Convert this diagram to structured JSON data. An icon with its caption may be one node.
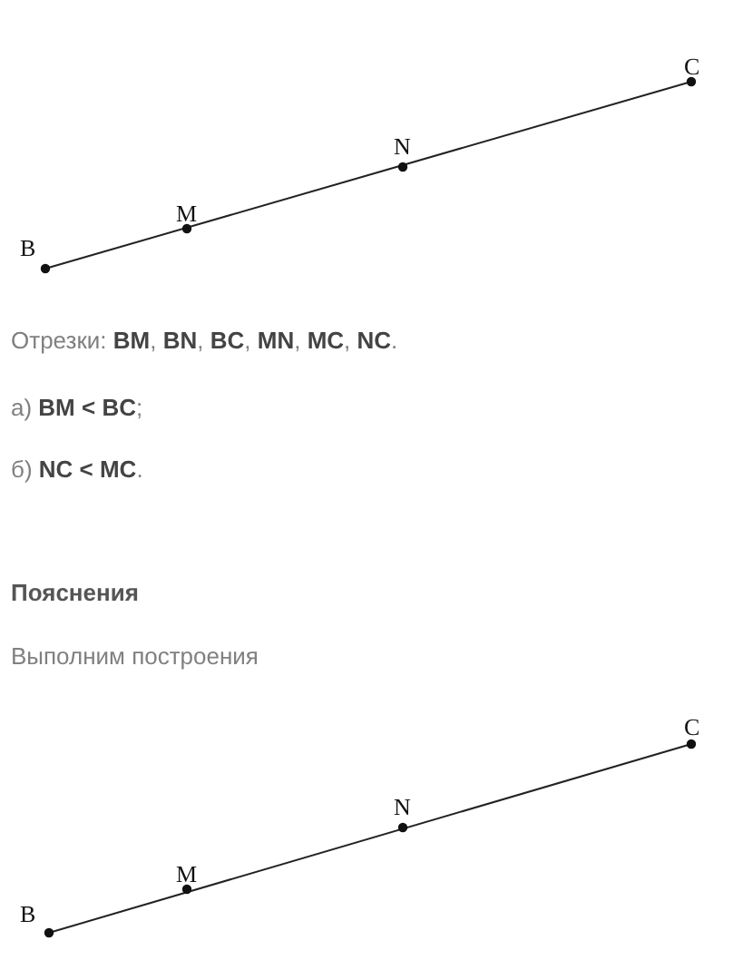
{
  "diagram": {
    "labels": [
      "C",
      "N",
      "M",
      "B",
      "Отрезки: **BM**, **BN**, **BC**, **MN**, **MC**, **NC**.",
      "а) **BM < BC**;",
      "б) **NC < MC**.",
      "Пояснения",
      "Выполним построения",
      "C",
      "N",
      "M",
      "B"
    ]
  }
}
